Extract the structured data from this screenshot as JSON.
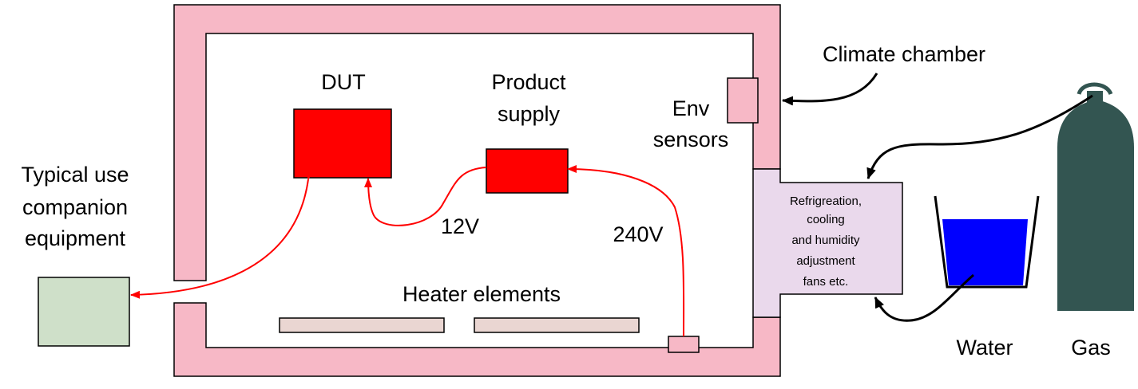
{
  "labels": {
    "climate_chamber": "Climate chamber",
    "env_sensors": [
      "Env",
      "sensors"
    ],
    "dut": "DUT",
    "product_supply": [
      "Product",
      "supply"
    ],
    "companion": [
      "Typical use",
      "companion",
      "equipment"
    ],
    "v12": "12V",
    "v240": "240V",
    "heater": "Heater elements",
    "refrigeration": [
      "Refrigreation,",
      "cooling",
      "and humidity",
      "adjustment",
      "fans etc."
    ],
    "water": "Water",
    "gas": "Gas"
  },
  "colors": {
    "chamber_wall": "#f7b8c6",
    "device": "#ff0000",
    "wire": "#ff0000",
    "companion_box": "#cfe0c9",
    "heater_element": "#ead6d2",
    "refrigeration_unit": "#ead9ec",
    "water": "#0000ff",
    "gas_cylinder": "#335551",
    "outline": "#000000"
  }
}
